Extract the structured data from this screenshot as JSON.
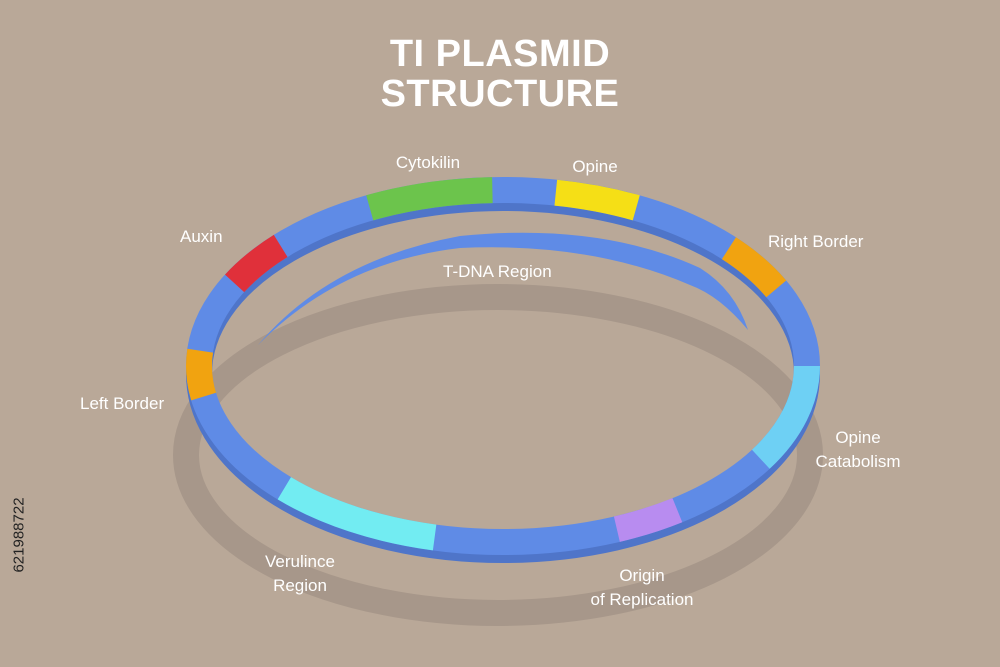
{
  "title": {
    "line1": "TI PLASMID",
    "line2": "STRUCTURE"
  },
  "labels": {
    "cytokilin": "Cytokilin",
    "opine": "Opine",
    "auxin": "Auxin",
    "right_border": "Right Border",
    "tdna": "T-DNA Region",
    "left_border": "Left Border",
    "opine_catabolism_1": "Opine",
    "opine_catabolism_2": "Catabolism",
    "verulince_1": "Verulince",
    "verulince_2": "Region",
    "origin_1": "Origin",
    "origin_2": "of Replication"
  },
  "stock_id": "621988722",
  "colors": {
    "background": "#b9a898",
    "ring_base": "#5f8be6",
    "auxin": "#e0303a",
    "cytokilin": "#6cc44c",
    "opine": "#f5df16",
    "border_orange": "#f1a310",
    "opine_catabolism": "#6ed0f4",
    "verulince": "#72ecf2",
    "origin": "#b88cf0"
  }
}
